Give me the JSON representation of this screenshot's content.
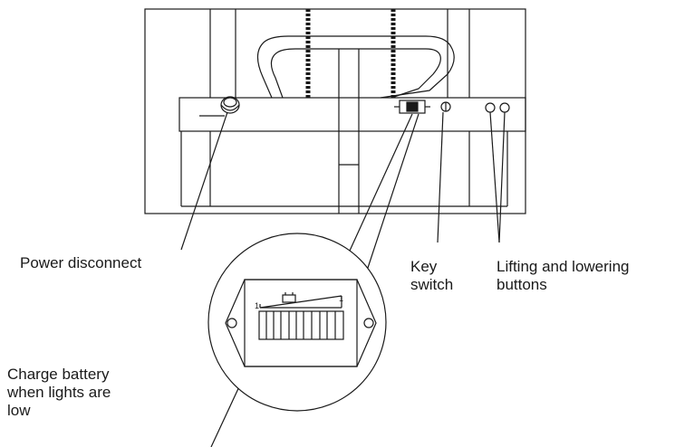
{
  "labels": {
    "power_disconnect": "Power disconnect",
    "key_switch": "Key\nswitch",
    "lifting_lowering": "Lifting and lowering\nbuttons",
    "charge_battery": "Charge battery\nwhen lights are\nlow"
  },
  "indicator": {
    "low_mark": "1",
    "high_mark": "1"
  },
  "colors": {
    "line": "#1a1a1a",
    "background": "#ffffff"
  }
}
